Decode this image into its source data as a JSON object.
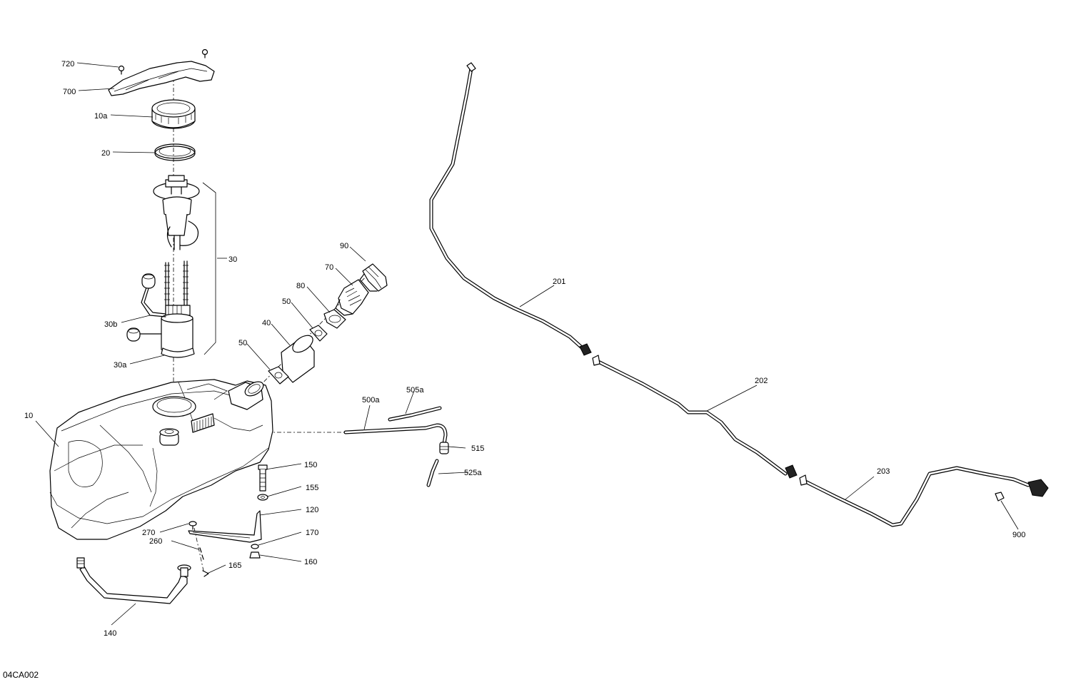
{
  "figure_code": "04CA002",
  "callouts": [
    {
      "id": "c720",
      "text": "720"
    },
    {
      "id": "c700",
      "text": "700"
    },
    {
      "id": "c10a",
      "text": "10a"
    },
    {
      "id": "c20",
      "text": "20"
    },
    {
      "id": "c30",
      "text": "30"
    },
    {
      "id": "c30b",
      "text": "30b"
    },
    {
      "id": "c30a",
      "text": "30a"
    },
    {
      "id": "c10",
      "text": "10"
    },
    {
      "id": "c90",
      "text": "90"
    },
    {
      "id": "c70",
      "text": "70"
    },
    {
      "id": "c80",
      "text": "80"
    },
    {
      "id": "c50top",
      "text": "50"
    },
    {
      "id": "c40",
      "text": "40"
    },
    {
      "id": "c50bot",
      "text": "50"
    },
    {
      "id": "c500a",
      "text": "500a"
    },
    {
      "id": "c505a",
      "text": "505a"
    },
    {
      "id": "c515",
      "text": "515"
    },
    {
      "id": "c525a",
      "text": "525a"
    },
    {
      "id": "c150",
      "text": "150"
    },
    {
      "id": "c155",
      "text": "155"
    },
    {
      "id": "c120",
      "text": "120"
    },
    {
      "id": "c270",
      "text": "270"
    },
    {
      "id": "c170",
      "text": "170"
    },
    {
      "id": "c260",
      "text": "260"
    },
    {
      "id": "c165",
      "text": "165"
    },
    {
      "id": "c160",
      "text": "160"
    },
    {
      "id": "c140",
      "text": "140"
    },
    {
      "id": "c201",
      "text": "201"
    },
    {
      "id": "c202",
      "text": "202"
    },
    {
      "id": "c203",
      "text": "203"
    },
    {
      "id": "c900",
      "text": "900"
    }
  ]
}
